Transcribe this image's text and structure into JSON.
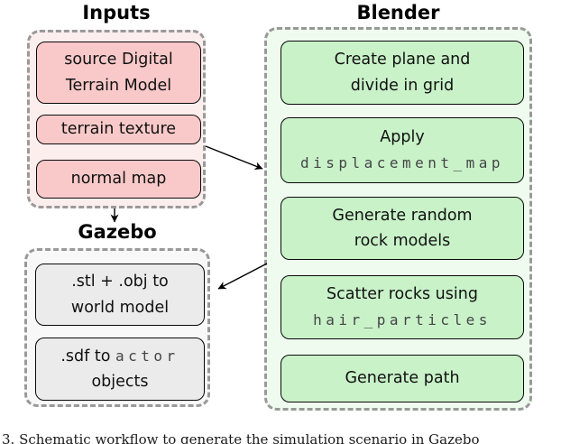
{
  "diagram": {
    "headings": {
      "inputs": "Inputs",
      "blender": "Blender",
      "gazebo": "Gazebo"
    },
    "colors": {
      "input_box_fill": "#f9c9c9",
      "input_group_fill": "#fdeeee",
      "blender_box_fill": "#c9f2c9",
      "blender_group_fill": "#effbef",
      "gazebo_box_fill": "#ebebeb",
      "gazebo_group_fill": "#f8f8f8",
      "group_border": "#999999",
      "mono_text": "#454545"
    },
    "inputs": {
      "boxes": [
        {
          "lines": [
            [
              {
                "text": "source Digital",
                "mono": false
              }
            ],
            [
              {
                "text": "Terrain Model",
                "mono": false
              }
            ]
          ]
        },
        {
          "lines": [
            [
              {
                "text": "terrain texture",
                "mono": false
              }
            ]
          ]
        },
        {
          "lines": [
            [
              {
                "text": "normal map",
                "mono": false
              }
            ]
          ]
        }
      ]
    },
    "blender": {
      "boxes": [
        {
          "lines": [
            [
              {
                "text": "Create plane and",
                "mono": false
              }
            ],
            [
              {
                "text": "divide in grid",
                "mono": false
              }
            ]
          ]
        },
        {
          "lines": [
            [
              {
                "text": "Apply",
                "mono": false
              }
            ],
            [
              {
                "text": "displacement_map",
                "mono": true
              }
            ]
          ]
        },
        {
          "lines": [
            [
              {
                "text": "Generate random",
                "mono": false
              }
            ],
            [
              {
                "text": "rock models",
                "mono": false
              }
            ]
          ]
        },
        {
          "lines": [
            [
              {
                "text": "Scatter rocks using",
                "mono": false
              }
            ],
            [
              {
                "text": "hair_particles",
                "mono": true
              }
            ]
          ]
        },
        {
          "lines": [
            [
              {
                "text": "Generate path",
                "mono": false
              }
            ]
          ]
        }
      ]
    },
    "gazebo": {
      "boxes": [
        {
          "lines": [
            [
              {
                "text": ".stl + .obj to",
                "mono": false
              }
            ],
            [
              {
                "text": "world model",
                "mono": false
              }
            ]
          ]
        },
        {
          "lines": [
            [
              {
                "text": ".sdf to ",
                "mono": false
              },
              {
                "text": "actor",
                "mono": true
              }
            ],
            [
              {
                "text": "objects",
                "mono": false
              }
            ]
          ]
        }
      ]
    },
    "arrows": [
      {
        "from": "inputs",
        "to": "blender"
      },
      {
        "from": "inputs",
        "to": "gazebo"
      },
      {
        "from": "blender",
        "to": "gazebo"
      }
    ],
    "caption": "3.   Schematic workflow to generate the simulation scenario in Gazebo"
  }
}
